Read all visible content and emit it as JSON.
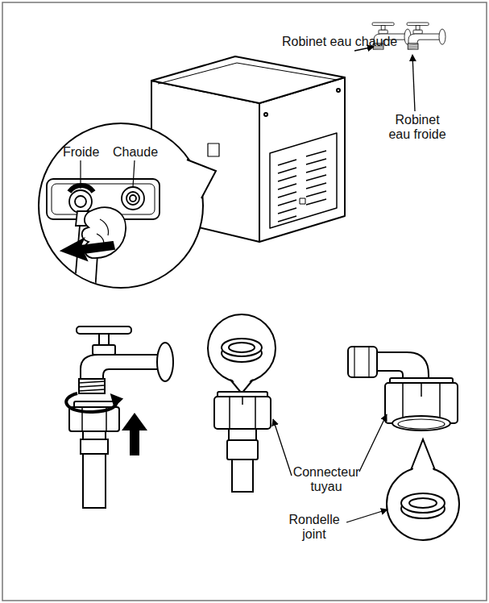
{
  "diagram": {
    "labels": [
      "Robinet eau chaude",
      "Robinet eau froide",
      "Froide",
      "Chaude",
      "Connecteur tuyau",
      "Rondelle joint"
    ]
  }
}
